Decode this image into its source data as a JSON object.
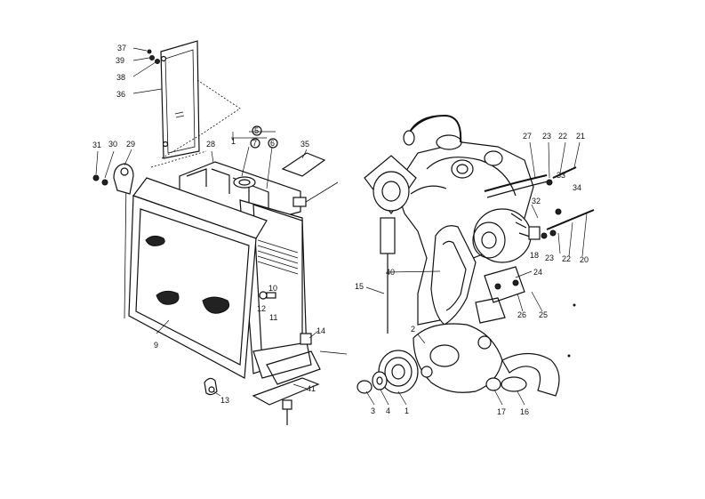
{
  "diagram": {
    "callouts": [
      {
        "id": "c37",
        "text": "37"
      },
      {
        "id": "c39",
        "text": "39"
      },
      {
        "id": "c38",
        "text": "38"
      },
      {
        "id": "c36",
        "text": "36"
      },
      {
        "id": "c31",
        "text": "31"
      },
      {
        "id": "c30",
        "text": "30"
      },
      {
        "id": "c29",
        "text": "29"
      },
      {
        "id": "c28",
        "text": "28"
      },
      {
        "id": "c1a",
        "text": "1"
      },
      {
        "id": "c5",
        "text": "5"
      },
      {
        "id": "c7",
        "text": "7"
      },
      {
        "id": "c6",
        "text": "6"
      },
      {
        "id": "c35",
        "text": "35"
      },
      {
        "id": "c9",
        "text": "9"
      },
      {
        "id": "c10",
        "text": "10"
      },
      {
        "id": "c12",
        "text": "12"
      },
      {
        "id": "c11",
        "text": "11"
      },
      {
        "id": "c14",
        "text": "14"
      },
      {
        "id": "c13",
        "text": "13"
      },
      {
        "id": "c41",
        "text": "41"
      },
      {
        "id": "c15",
        "text": "15"
      },
      {
        "id": "c40",
        "text": "40"
      },
      {
        "id": "c2",
        "text": "2"
      },
      {
        "id": "c3",
        "text": "3"
      },
      {
        "id": "c4",
        "text": "4"
      },
      {
        "id": "c1b",
        "text": "1"
      },
      {
        "id": "c17",
        "text": "17"
      },
      {
        "id": "c16",
        "text": "16"
      },
      {
        "id": "c27",
        "text": "27"
      },
      {
        "id": "c23a",
        "text": "23"
      },
      {
        "id": "c22a",
        "text": "22"
      },
      {
        "id": "c21",
        "text": "21"
      },
      {
        "id": "c33",
        "text": "33"
      },
      {
        "id": "c34",
        "text": "34"
      },
      {
        "id": "c32",
        "text": "32"
      },
      {
        "id": "c18",
        "text": "18"
      },
      {
        "id": "c23b",
        "text": "23"
      },
      {
        "id": "c22b",
        "text": "22"
      },
      {
        "id": "c20",
        "text": "20"
      },
      {
        "id": "c24",
        "text": "24"
      },
      {
        "id": "c26",
        "text": "26"
      },
      {
        "id": "c25",
        "text": "25"
      }
    ]
  }
}
